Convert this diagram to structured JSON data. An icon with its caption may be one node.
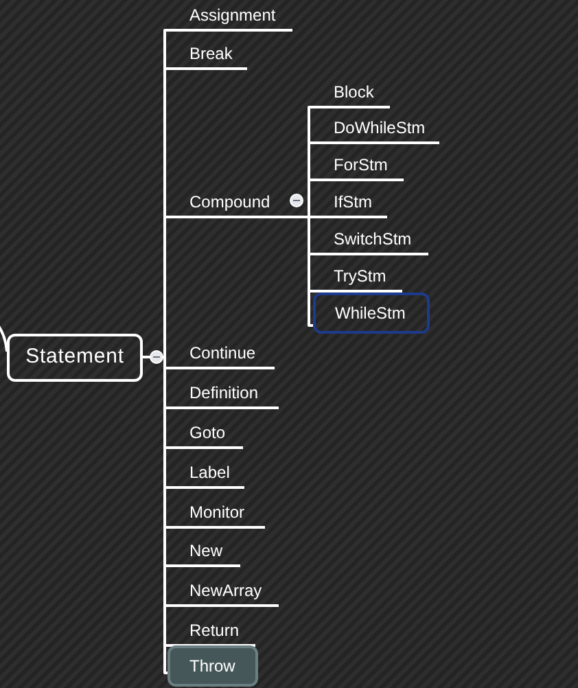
{
  "diagram": {
    "nodes": [
      {
        "text": [
          "Statement"
        ]
      },
      {
        "text": [
          "Assignment"
        ]
      },
      {
        "text": [
          "Break"
        ]
      },
      {
        "text": [
          "Compound"
        ]
      },
      {
        "text": [
          "Block"
        ]
      },
      {
        "text": [
          "DoWhileStm"
        ]
      },
      {
        "text": [
          "ForStm"
        ]
      },
      {
        "text": [
          "IfStm"
        ]
      },
      {
        "text": [
          "SwitchStm"
        ]
      },
      {
        "text": [
          "TryStm"
        ]
      },
      {
        "text": [
          "WhileStm"
        ]
      },
      {
        "text": [
          "Continue"
        ]
      },
      {
        "text": [
          "Definition"
        ]
      },
      {
        "text": [
          "Goto"
        ]
      },
      {
        "text": [
          "Label"
        ]
      },
      {
        "text": [
          "Monitor"
        ]
      },
      {
        "text": [
          "New"
        ]
      },
      {
        "text": [
          "NewArray"
        ]
      },
      {
        "text": [
          "Return"
        ]
      },
      {
        "text": [
          "Throw"
        ]
      }
    ],
    "edges": [
      {
        "from": null,
        "to": 0,
        "arrow": "none"
      },
      {
        "from": 0,
        "to": 1,
        "arrow": "none"
      },
      {
        "from": 0,
        "to": 2,
        "arrow": "none"
      },
      {
        "from": 0,
        "to": 3,
        "arrow": "none"
      },
      {
        "from": 3,
        "to": 4,
        "arrow": "none"
      },
      {
        "from": 3,
        "to": 5,
        "arrow": "none"
      },
      {
        "from": 3,
        "to": 6,
        "arrow": "none"
      },
      {
        "from": 3,
        "to": 7,
        "arrow": "none"
      },
      {
        "from": 3,
        "to": 8,
        "arrow": "none"
      },
      {
        "from": 3,
        "to": 9,
        "arrow": "none"
      },
      {
        "from": 3,
        "to": 10,
        "arrow": "none"
      },
      {
        "from": 0,
        "to": 11,
        "arrow": "none"
      },
      {
        "from": 0,
        "to": 12,
        "arrow": "none"
      },
      {
        "from": 0,
        "to": 13,
        "arrow": "none"
      },
      {
        "from": 0,
        "to": 14,
        "arrow": "none"
      },
      {
        "from": 0,
        "to": 15,
        "arrow": "none"
      },
      {
        "from": 0,
        "to": 16,
        "arrow": "none"
      },
      {
        "from": 0,
        "to": 17,
        "arrow": "none"
      },
      {
        "from": 0,
        "to": 18,
        "arrow": "none"
      },
      {
        "from": 0,
        "to": 19,
        "arrow": "none"
      }
    ]
  }
}
